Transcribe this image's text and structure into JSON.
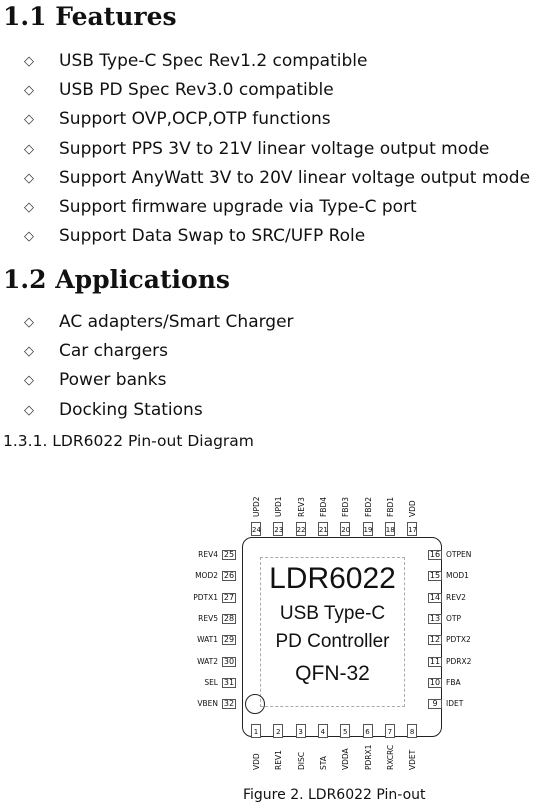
{
  "section_features": {
    "heading": "1.1 Features",
    "items": [
      "USB Type-C Spec Rev1.2 compatible",
      "USB PD Spec Rev3.0 compatible",
      "Support OVP,OCP,OTP functions",
      "Support PPS 3V to 21V linear voltage output mode",
      "Support AnyWatt 3V to 20V linear voltage output mode",
      "Support firmware upgrade via Type-C port",
      "Support Data Swap to SRC/UFP Role"
    ]
  },
  "section_applications": {
    "heading": "1.2 Applications",
    "items": [
      "AC adapters/Smart Charger",
      "Car chargers",
      "Power banks",
      "Docking Stations"
    ]
  },
  "bullet_glyph": "◇",
  "pinout": {
    "heading": "1.3.1. LDR6022 Pin-out Diagram",
    "chip_lines": [
      "LDR6022",
      "USB Type-C",
      "PD Controller",
      "QFN-32"
    ],
    "left_pins": [
      {
        "num": "25",
        "name": "REV4"
      },
      {
        "num": "26",
        "name": "MOD2"
      },
      {
        "num": "27",
        "name": "PDTX1"
      },
      {
        "num": "28",
        "name": "REV5"
      },
      {
        "num": "29",
        "name": "WAT1"
      },
      {
        "num": "30",
        "name": "WAT2"
      },
      {
        "num": "31",
        "name": "SEL"
      },
      {
        "num": "32",
        "name": "VBEN"
      }
    ],
    "right_pins": [
      {
        "num": "16",
        "name": "OTPEN"
      },
      {
        "num": "15",
        "name": "MOD1"
      },
      {
        "num": "14",
        "name": "REV2"
      },
      {
        "num": "13",
        "name": "OTP"
      },
      {
        "num": "12",
        "name": "PDTX2"
      },
      {
        "num": "11",
        "name": "PDRX2"
      },
      {
        "num": "10",
        "name": "FBA"
      },
      {
        "num": "9",
        "name": "IDET"
      }
    ],
    "top_pins": [
      {
        "num": "24",
        "name": "UPD2"
      },
      {
        "num": "23",
        "name": "UPD1"
      },
      {
        "num": "22",
        "name": "REV3"
      },
      {
        "num": "21",
        "name": "FBD4"
      },
      {
        "num": "20",
        "name": "FBD3"
      },
      {
        "num": "19",
        "name": "FBD2"
      },
      {
        "num": "18",
        "name": "FBD1"
      },
      {
        "num": "17",
        "name": "VDD"
      }
    ],
    "bottom_pins": [
      {
        "num": "1",
        "name": "VDD"
      },
      {
        "num": "2",
        "name": "REV1"
      },
      {
        "num": "3",
        "name": "DISC"
      },
      {
        "num": "4",
        "name": "STA"
      },
      {
        "num": "5",
        "name": "VDDA"
      },
      {
        "num": "6",
        "name": "PDRX1"
      },
      {
        "num": "7",
        "name": "RXCRC"
      },
      {
        "num": "8",
        "name": "VDET"
      }
    ],
    "caption": "Figure 2. LDR6022 Pin-out"
  }
}
